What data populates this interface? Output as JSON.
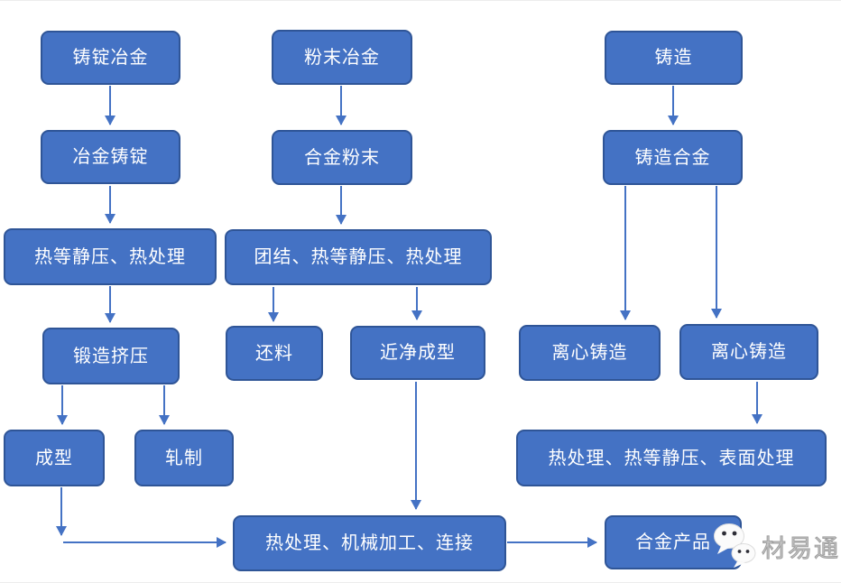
{
  "diagram": {
    "colors": {
      "node_fill": "#4472C4",
      "node_border": "#2F5597",
      "node_text": "#FFFFFF",
      "arrow": "#4472C4"
    },
    "nodes": {
      "ingot_metallurgy": "铸锭冶金",
      "metallurgy_ingot": "冶金铸锭",
      "hip_heat_treatment": "热等静压、热处理",
      "forging_extrusion": "锻造挤压",
      "forming": "成型",
      "rolling": "轧制",
      "powder_metallurgy": "粉末冶金",
      "alloy_powder": "合金粉末",
      "consolidation_hip_heat": "团结、热等静压、热处理",
      "billet": "还料",
      "near_net_shaping": "近净成型",
      "casting": "铸造",
      "cast_alloy": "铸造合金",
      "centrifugal_casting_left": "离心铸造",
      "centrifugal_casting_right": "离心铸造",
      "heat_hip_surface_treatment": "热处理、热等静压、表面处理",
      "heat_machining_joining": "热处理、机械加工、连接",
      "alloy_product": "合金产品"
    },
    "edges": [
      {
        "from": "铸锭冶金",
        "to": "冶金铸锭"
      },
      {
        "from": "冶金铸锭",
        "to": "热等静压、热处理"
      },
      {
        "from": "热等静压、热处理",
        "to": "锻造挤压"
      },
      {
        "from": "锻造挤压",
        "to": "成型"
      },
      {
        "from": "锻造挤压",
        "to": "轧制"
      },
      {
        "from": "成型",
        "to": "热处理、机械加工、连接"
      },
      {
        "from": "粉末冶金",
        "to": "合金粉末"
      },
      {
        "from": "合金粉末",
        "to": "团结、热等静压、热处理"
      },
      {
        "from": "团结、热等静压、热处理",
        "to": "还料"
      },
      {
        "from": "团结、热等静压、热处理",
        "to": "近净成型"
      },
      {
        "from": "近净成型",
        "to": "热处理、机械加工、连接"
      },
      {
        "from": "铸造",
        "to": "铸造合金"
      },
      {
        "from": "铸造合金",
        "to": "离心铸造(左)"
      },
      {
        "from": "铸造合金",
        "to": "离心铸造(右)"
      },
      {
        "from": "离心铸造(右)",
        "to": "热处理、热等静压、表面处理"
      },
      {
        "from": "热处理、机械加工、连接",
        "to": "合金产品"
      }
    ]
  },
  "watermark": {
    "text": "材易通",
    "icon": "wechat-icon"
  }
}
